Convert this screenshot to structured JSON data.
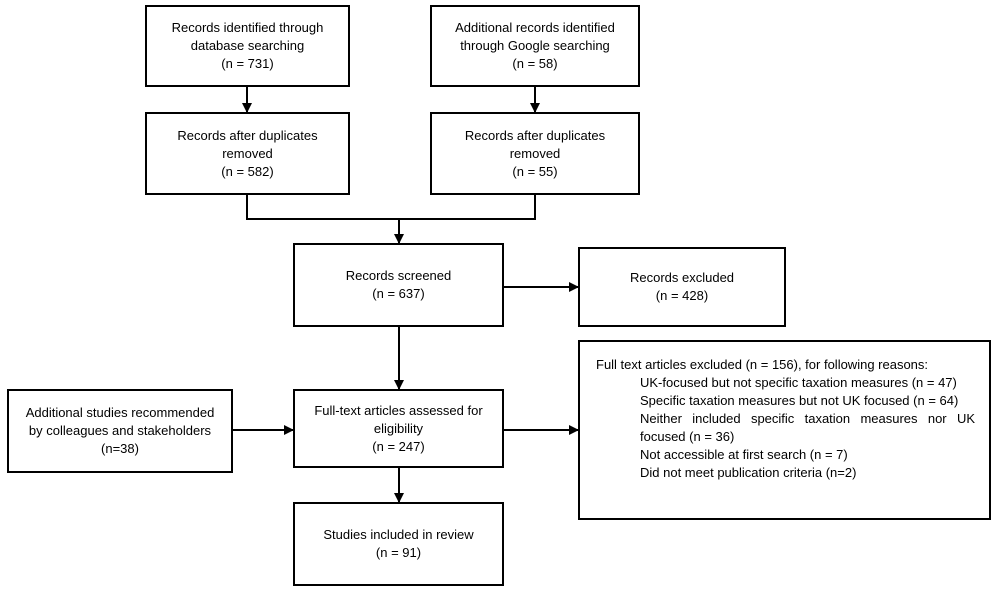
{
  "boxes": {
    "db_search": [
      "Records identified through",
      "database searching",
      "(n = 731)"
    ],
    "google_search": [
      "Additional records identified",
      "through Google searching",
      "(n = 58)"
    ],
    "db_dedup": [
      "Records after duplicates",
      "removed",
      "(n = 582)"
    ],
    "google_dedup": [
      "Records after duplicates",
      "removed",
      "(n = 55)"
    ],
    "screened": [
      "Records screened",
      "(n = 637)"
    ],
    "excluded": [
      "Records excluded",
      "(n = 428)"
    ],
    "recommended": [
      "Additional studies recommended",
      "by colleagues and stakeholders",
      "(n=38)"
    ],
    "fulltext": [
      "Full-text articles assessed for",
      "eligibility",
      "(n = 247)"
    ],
    "included": [
      "Studies included in review",
      "(n = 91)"
    ]
  },
  "exclusions": {
    "heading": "Full text articles excluded (n = 156), for following reasons:",
    "reasons": [
      "UK-focused but not specific taxation measures (n = 47)",
      "Specific taxation measures but not UK focused (n = 64)",
      "Neither included specific taxation measures nor UK focused (n = 36)",
      "Not accessible at first search (n = 7)",
      "Did not meet publication criteria (n=2)"
    ]
  }
}
